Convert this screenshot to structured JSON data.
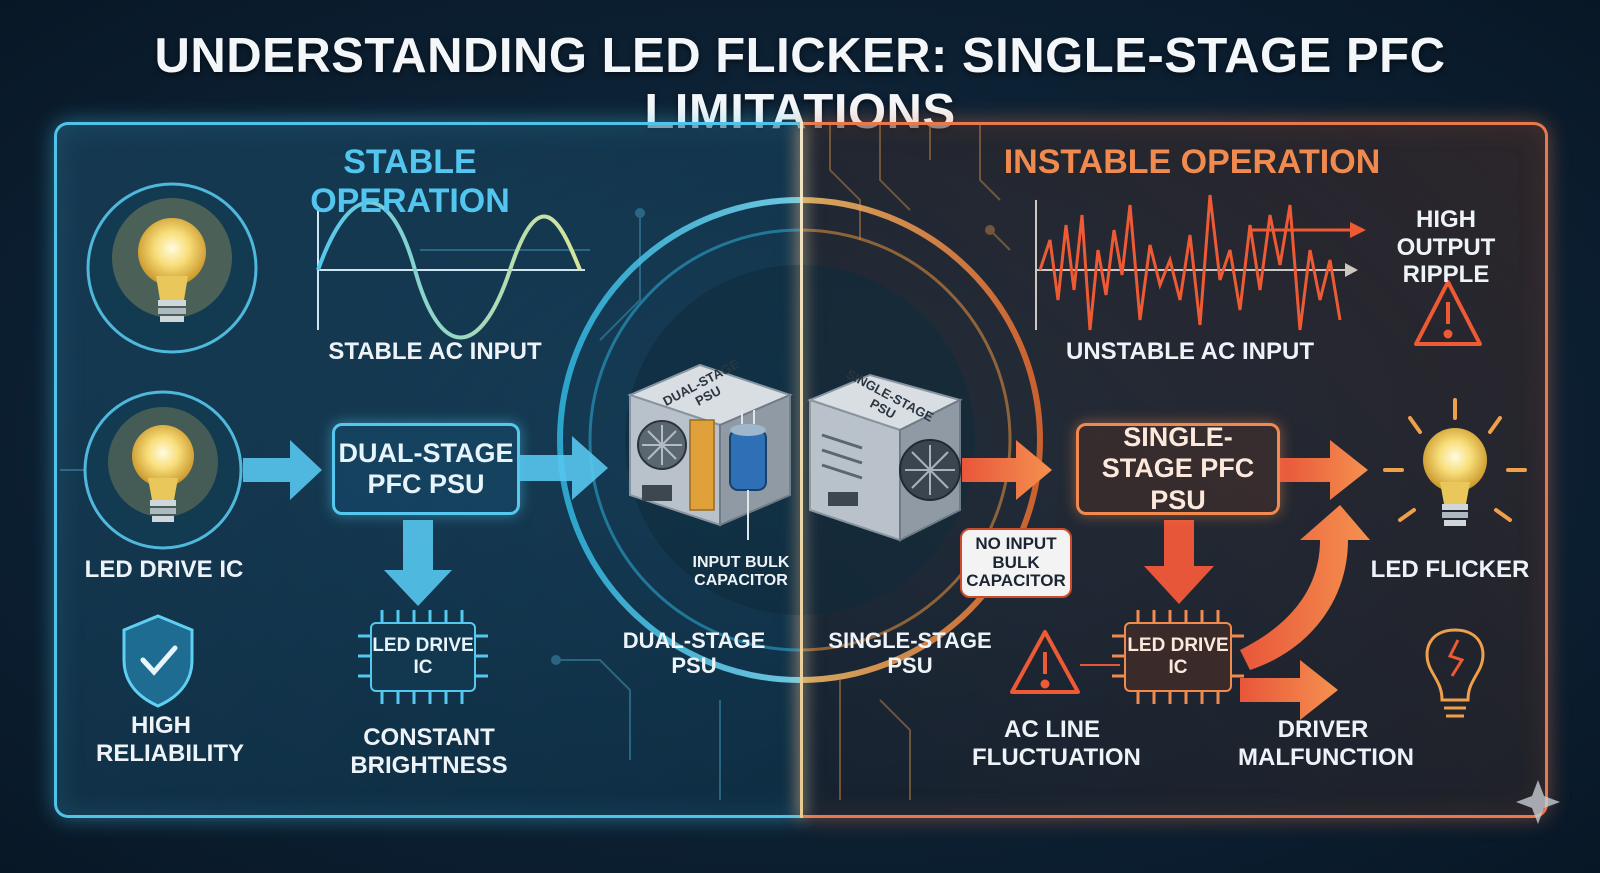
{
  "title": "UNDERSTANDING LED FLICKER: SINGLE-STAGE PFC LIMITATIONS",
  "left": {
    "heading": "STABLE OPERATION",
    "ac_input": "STABLE AC INPUT",
    "led_drive_ic": "LED DRIVE IC",
    "psu_box": "DUAL-STAGE PFC PSU",
    "chip": "LED DRIVE IC",
    "reliability": "HIGH RELIABILITY",
    "brightness": "CONSTANT BRIGHTNESS",
    "psu_caption": "DUAL-STAGE PSU",
    "capacitor_label": "INPUT BULK CAPACITOR",
    "psu_device_label": "DUAL-STAGE PSU",
    "accent_color": "#52c6ee"
  },
  "right": {
    "heading": "INSTABLE OPERATION",
    "ripple": "HIGH OUTPUT RIPPLE",
    "ac_input": "UNSTABLE AC INPUT",
    "psu_box": "SINGLE-STAGE PFC PSU",
    "flicker": "LED FLICKER",
    "callout": "NO INPUT BULK CAPACITOR",
    "psu_caption": "SINGLE-STAGE PSU",
    "chip": "LED DRIVE IC",
    "fluctuation": "AC LINE FLUCTUATION",
    "malfunction": "DRIVER MALFUNCTION",
    "psu_device_label": "SINGLE-STAGE PSU",
    "accent_color": "#f08a4e"
  },
  "icons": [
    "lightbulb-icon",
    "sine-wave-icon",
    "shield-check-icon",
    "chip-icon",
    "psu-icon",
    "capacitor-icon",
    "warning-icon",
    "broken-bulb-icon",
    "sparkle-icon"
  ]
}
